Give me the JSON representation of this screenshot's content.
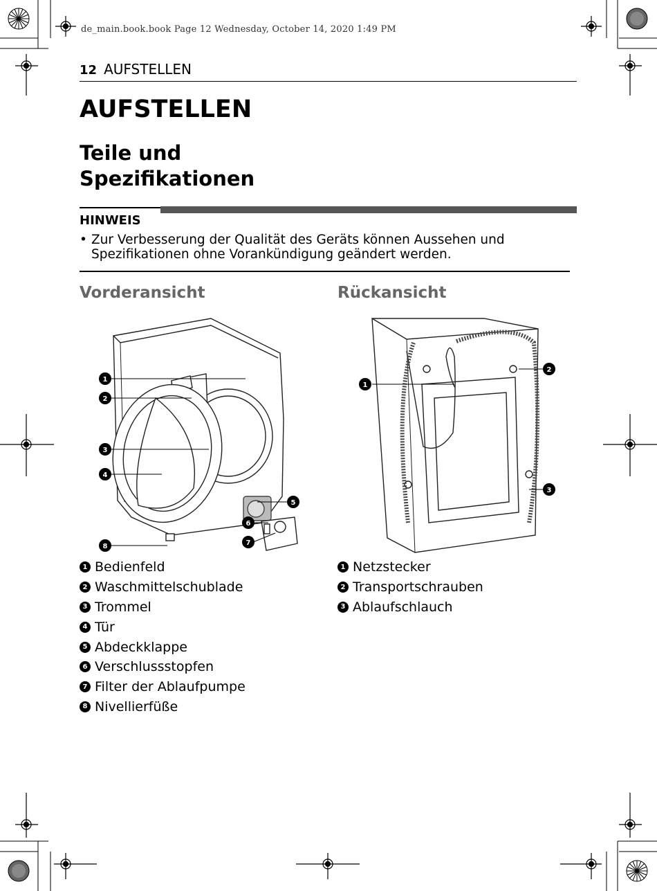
{
  "print_header": "de_main.book.book  Page 12  Wednesday, October 14, 2020  1:49 PM",
  "running_head": {
    "page_number": "12",
    "section": "AUFSTELLEN"
  },
  "chapter_title": "AUFSTELLEN",
  "section_title": "Teile und Spezifikationen",
  "note": {
    "title": "HINWEIS",
    "bullet": "•",
    "text": "Zur Verbesserung der Qualität des Geräts können Aussehen und Spezifikationen ohne Vorankündigung geändert werden."
  },
  "front_view": {
    "title": "Vorderansicht",
    "callout_numbers": [
      "1",
      "2",
      "3",
      "4",
      "5",
      "6",
      "7",
      "8"
    ],
    "parts": [
      {
        "num": "1",
        "label": "Bedienfeld"
      },
      {
        "num": "2",
        "label": "Waschmittelschublade"
      },
      {
        "num": "3",
        "label": "Trommel"
      },
      {
        "num": "4",
        "label": "Tür"
      },
      {
        "num": "5",
        "label": "Abdeckklappe"
      },
      {
        "num": "6",
        "label": "Verschlussstopfen"
      },
      {
        "num": "7",
        "label": "Filter der Ablaufpumpe"
      },
      {
        "num": "8",
        "label": "Nivellierfüße"
      }
    ]
  },
  "back_view": {
    "title": "Rückansicht",
    "callout_numbers": [
      "1",
      "2",
      "3"
    ],
    "parts": [
      {
        "num": "1",
        "label": "Netzstecker"
      },
      {
        "num": "2",
        "label": "Transportschrauben"
      },
      {
        "num": "3",
        "label": "Ablaufschlauch"
      }
    ]
  },
  "colors": {
    "note_bar": "#555555",
    "view_title": "#666666",
    "callout": "#000000"
  }
}
